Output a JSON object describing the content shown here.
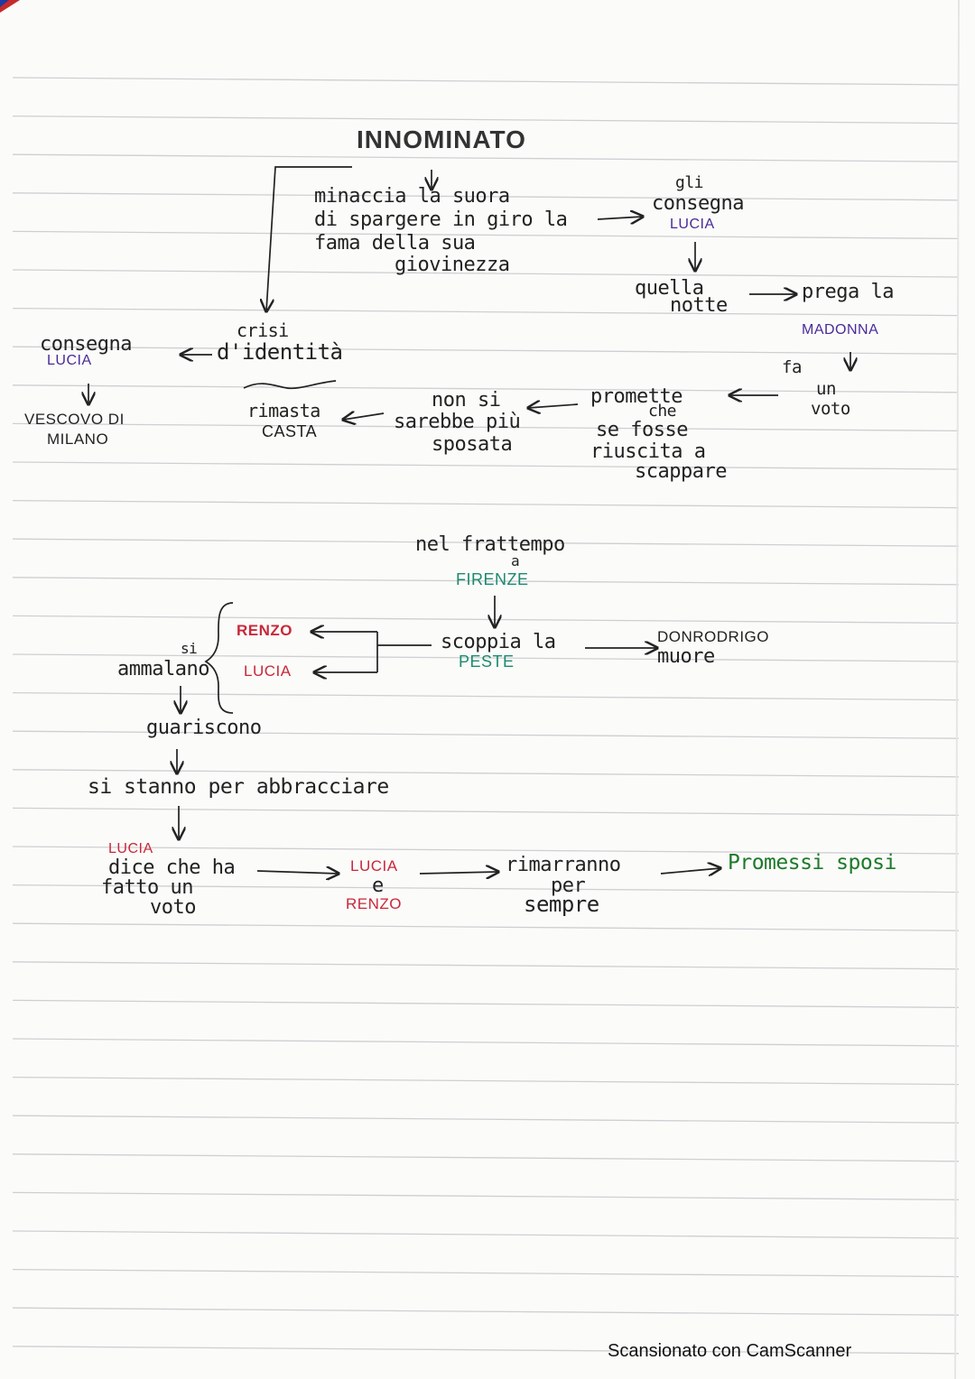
{
  "title": "INNOMINATO",
  "nodes": {
    "minaccia": [
      "minaccia la suora",
      "di spargere in giro la",
      "fama della sua",
      "giovinezza"
    ],
    "gli_consegna": [
      "gli",
      "consegna"
    ],
    "lucia_1": "LUCIA",
    "quella_notte": [
      "quella",
      "notte"
    ],
    "prega_la": "prega la",
    "madonna": "MADONNA",
    "fa_un_voto": [
      "fa",
      "un",
      "voto"
    ],
    "promette": [
      "promette",
      "che",
      "se fosse",
      "riuscita a",
      "scappare"
    ],
    "non_si_sposata": [
      "non si",
      "sarebbe più",
      "sposata"
    ],
    "rimasta_casta": [
      "rimasta",
      "CASTA"
    ],
    "crisi": [
      "crisi",
      "d'identità"
    ],
    "consegna": "consegna",
    "lucia_2": "LUCIA",
    "vescovo": [
      "VESCOVO DI",
      "MILANO"
    ],
    "nel_frattempo": [
      "nel frattempo",
      "a"
    ],
    "firenze": "FIRENZE",
    "scoppia": "scoppia la",
    "peste": "PESTE",
    "donrodrigo": [
      "DONRODRIGO",
      "muore"
    ],
    "renzo_1": "RENZO",
    "lucia_3": "LUCIA",
    "si_ammalano": [
      "si",
      "ammalano"
    ],
    "guariscono": "guariscono",
    "abbracciare": "si stanno per abbracciare",
    "lucia_4": "LUCIA",
    "dice_voto": [
      "dice che ha",
      "fatto un",
      "voto"
    ],
    "lucia_5": "LUCIA",
    "e": "e",
    "renzo_2": "RENZO",
    "rimarranno": [
      "rimarranno",
      "per",
      "sempre"
    ],
    "promessi_sposi": "Promessi sposi"
  },
  "footer": "Scansionato con CamScanner",
  "colors": {
    "ink": "#222222",
    "red": "#c8283a",
    "purple": "#4a2a9a",
    "teal": "#1c8a6e",
    "green": "#1d7a2a",
    "rule": "#c9c9cc"
  }
}
